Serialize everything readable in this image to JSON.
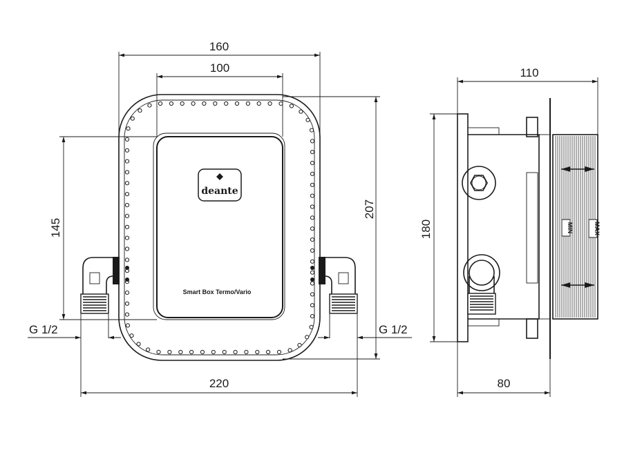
{
  "dimensions": {
    "width_total": "160",
    "width_inner": "100",
    "width_bottom": "220",
    "height_inner": "145",
    "height_total": "207",
    "thread_left": "G 1/2",
    "thread_right": "G 1/2",
    "side_depth_top": "110",
    "side_height": "180",
    "side_depth_bottom": "80"
  },
  "labels": {
    "brand": "deante",
    "product": "Smart Box Termo/Vario",
    "min": "MIN",
    "max": "MAX"
  }
}
